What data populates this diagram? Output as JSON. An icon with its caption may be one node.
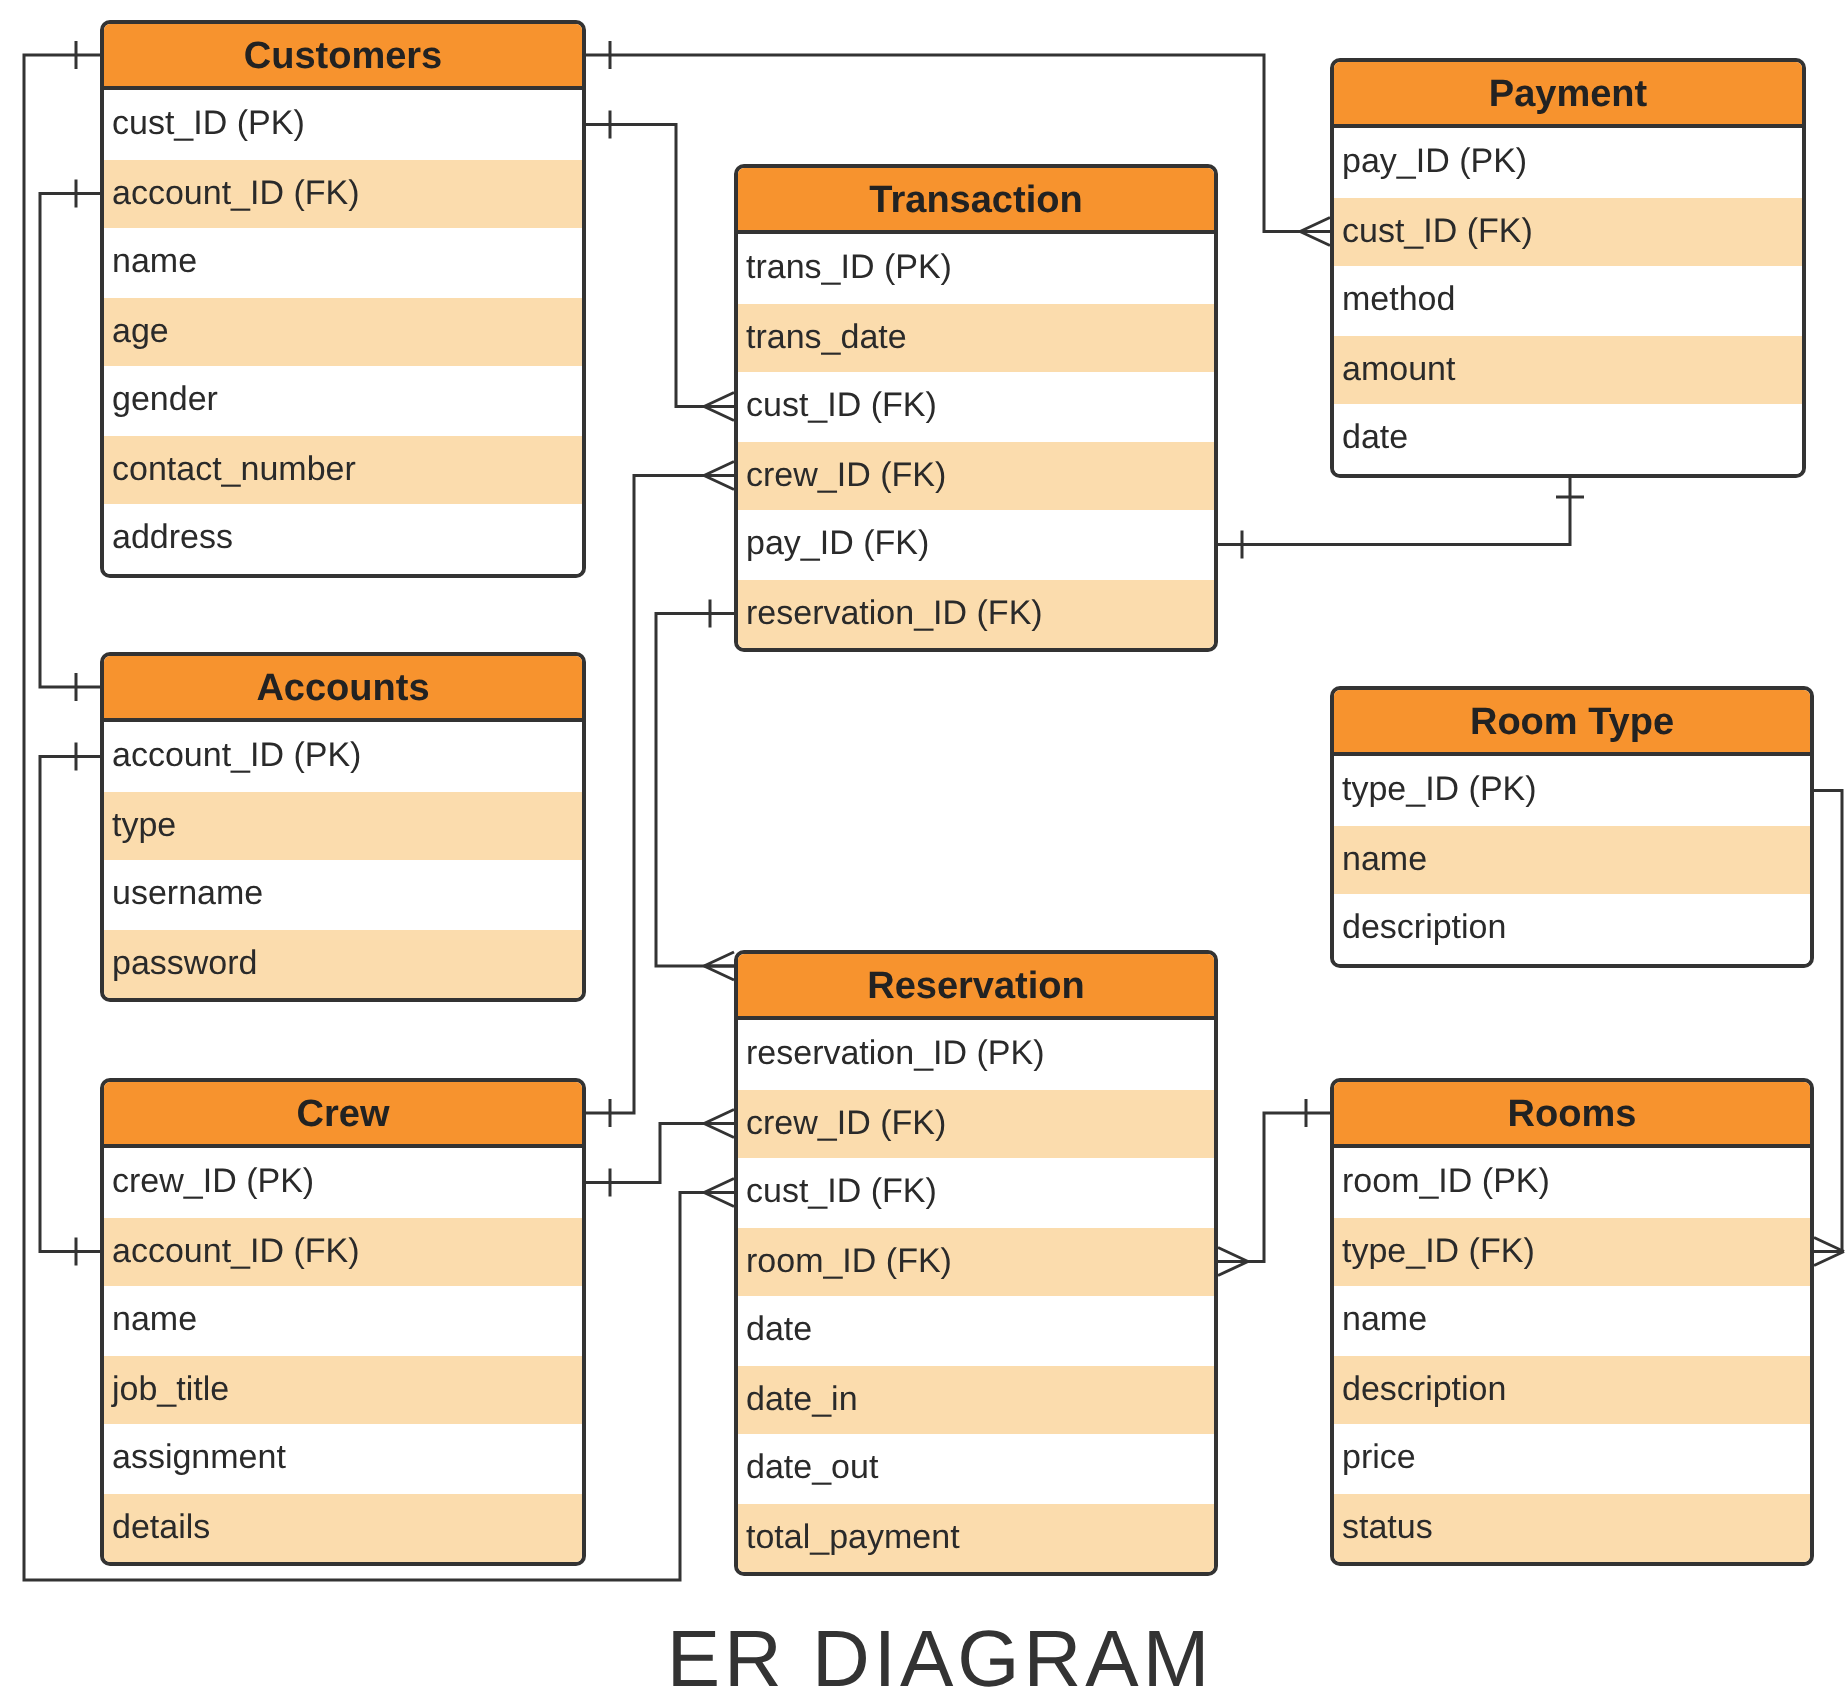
{
  "diagram": {
    "title": "ER DIAGRAM",
    "nodes": [
      {
        "text": [
          "Customers",
          "cust_ID (PK)",
          "account_ID (FK)",
          "name",
          "age",
          "gender",
          "contact_number",
          "address"
        ]
      },
      {
        "text": [
          "Payment",
          "pay_ID (PK)",
          "cust_ID (FK)",
          "method",
          "amount",
          "date"
        ]
      },
      {
        "text": [
          "Transaction",
          "trans_ID (PK)",
          "trans_date",
          "cust_ID (FK)",
          "crew_ID (FK)",
          "pay_ID (FK)",
          "reservation_ID (FK)"
        ]
      },
      {
        "text": [
          "Accounts",
          "account_ID (PK)",
          "type",
          "username",
          "password"
        ]
      },
      {
        "text": [
          "Room Type",
          "type_ID (PK)",
          "name",
          "description"
        ]
      },
      {
        "text": [
          "Reservation",
          "reservation_ID (PK)",
          "crew_ID (FK)",
          "cust_ID (FK)",
          "room_ID (FK)",
          "date",
          "date_in",
          "date_out",
          "total_payment"
        ]
      },
      {
        "text": [
          "Crew",
          "crew_ID (PK)",
          "account_ID (FK)",
          "name",
          "job_title",
          "assignment",
          "details"
        ]
      },
      {
        "text": [
          "Rooms",
          "room_ID (PK)",
          "type_ID (FK)",
          "name",
          "description",
          "price",
          "status"
        ]
      }
    ],
    "edges": [
      {
        "from": 0,
        "to": 2,
        "arrow": "other"
      },
      {
        "from": 0,
        "to": 1,
        "arrow": "other"
      },
      {
        "from": 0,
        "to": 3,
        "arrow": "other"
      },
      {
        "from": 0,
        "to": 5,
        "arrow": "other"
      },
      {
        "from": 2,
        "to": 1,
        "arrow": "other"
      },
      {
        "from": 2,
        "to": 5,
        "arrow": "other"
      },
      {
        "from": 6,
        "to": 2,
        "arrow": "other"
      },
      {
        "from": 3,
        "to": 6,
        "arrow": "other"
      },
      {
        "from": 6,
        "to": 5,
        "arrow": "other"
      },
      {
        "from": 7,
        "to": 5,
        "arrow": "other"
      },
      {
        "from": 4,
        "to": 7,
        "arrow": "other"
      }
    ]
  }
}
